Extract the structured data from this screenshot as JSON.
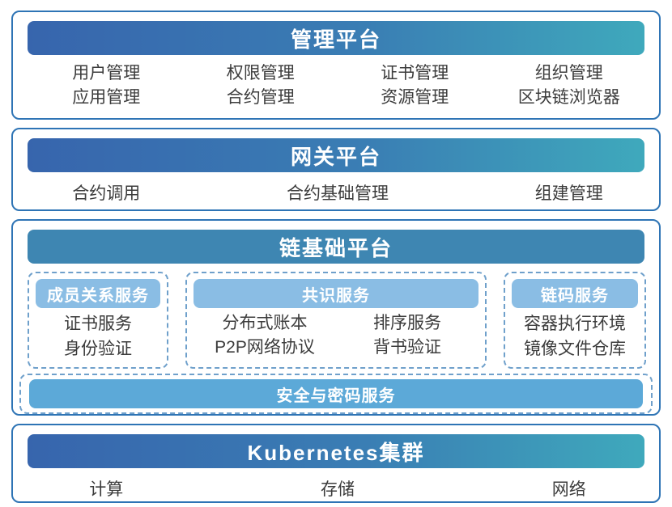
{
  "colors": {
    "outer_border": "#2e74b5",
    "header_gradient_left": "#3765ad",
    "header_gradient_right": "#3fa9bc",
    "chain_header_fill": "#3e86b2",
    "group_header_fill": "#8abde4",
    "security_bar_fill": "#5ca9d8",
    "dashed_border": "#6fa0cb",
    "item_text": "#3c3c3c"
  },
  "management_platform": {
    "title": "管理平台",
    "rows": [
      [
        "用户管理",
        "权限管理",
        "证书管理",
        "组织管理"
      ],
      [
        "应用管理",
        "合约管理",
        "资源管理",
        "区块链浏览器"
      ]
    ]
  },
  "gateway_platform": {
    "title": "网关平台",
    "items": [
      "合约调用",
      "合约基础管理",
      "组建管理"
    ]
  },
  "chain_platform": {
    "title": "链基础平台",
    "member_service": {
      "title": "成员关系服务",
      "items": [
        "证书服务",
        "身份验证"
      ]
    },
    "consensus_service": {
      "title": "共识服务",
      "rows": [
        [
          "分布式账本",
          "排序服务"
        ],
        [
          "P2P网络协议",
          "背书验证"
        ]
      ]
    },
    "chaincode_service": {
      "title": "链码服务",
      "items": [
        "容器执行环境",
        "镜像文件仓库"
      ]
    },
    "security_service": {
      "title": "安全与密码服务"
    }
  },
  "kubernetes_cluster": {
    "title": "Kubernetes集群",
    "items": [
      "计算",
      "存储",
      "网络"
    ]
  }
}
